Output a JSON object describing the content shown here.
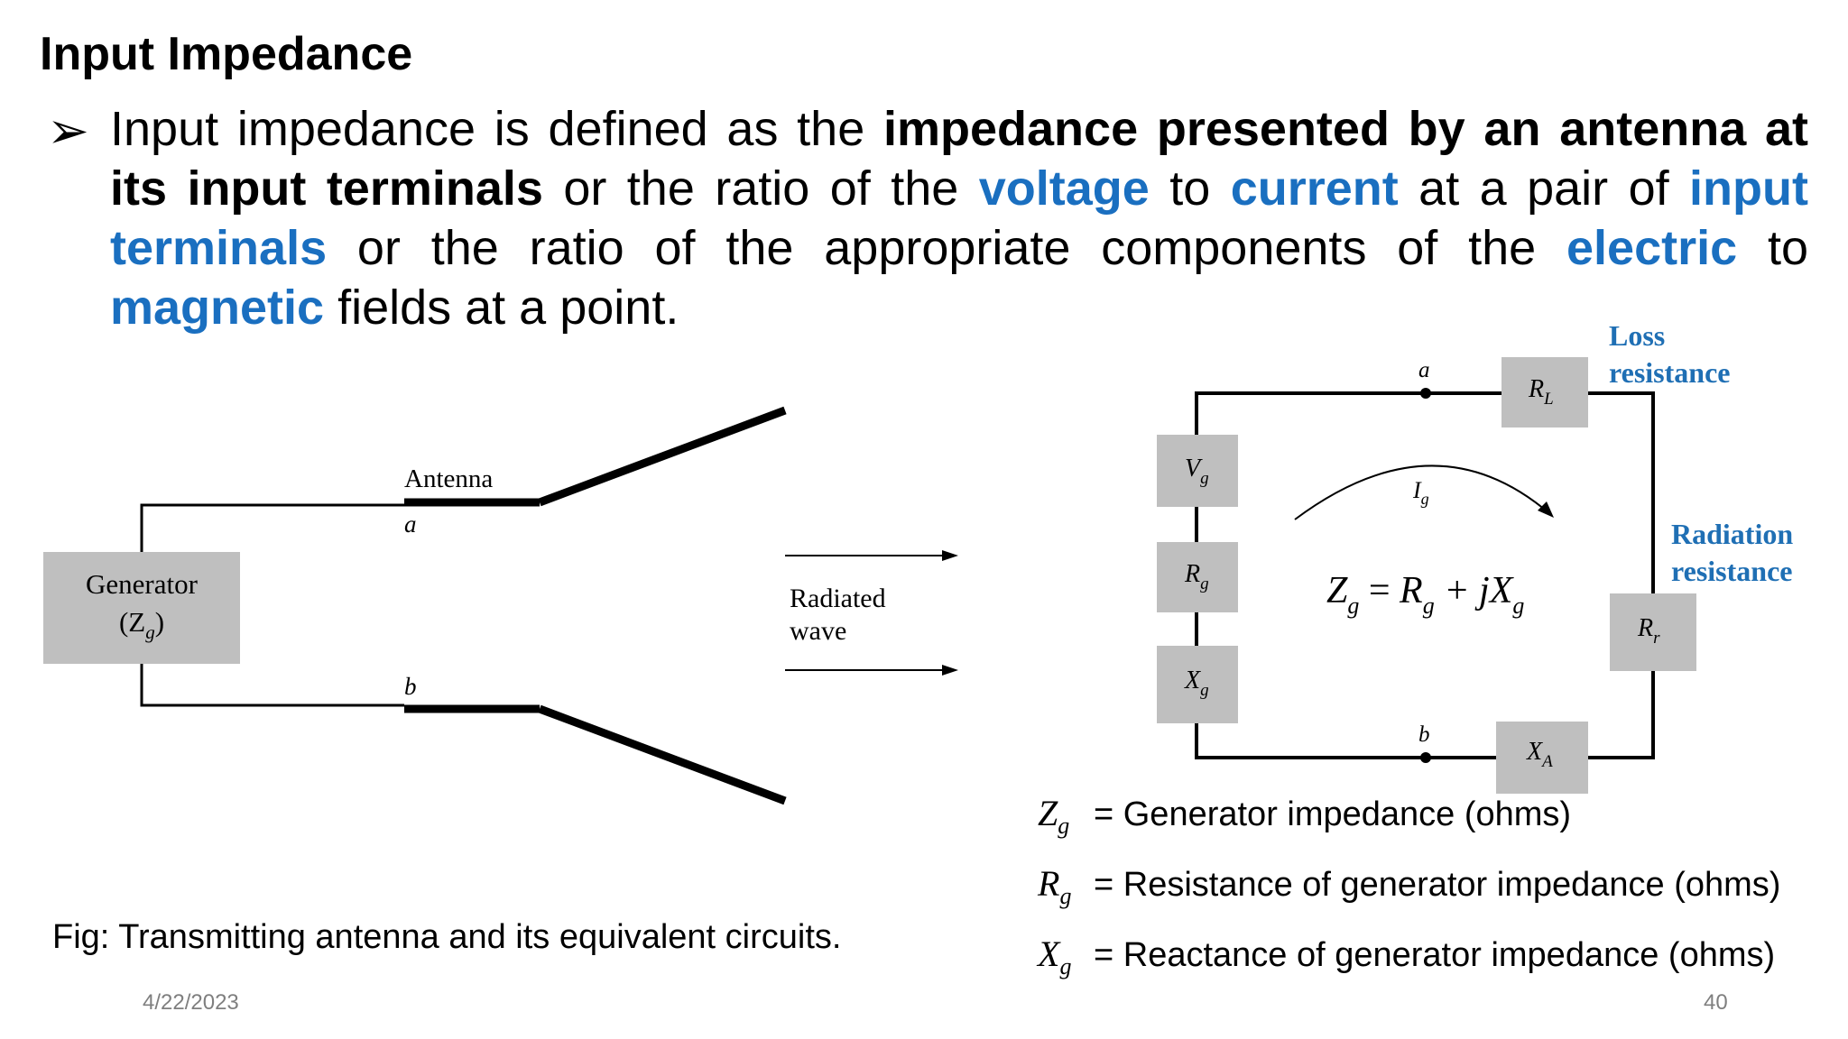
{
  "slide": {
    "title": "Input Impedance",
    "bullet_marker": "➢",
    "bullet": {
      "t1": "Input impedance is defined as the ",
      "b1": "impedance presented by an antenna at its input terminals",
      "t2": " or the ratio of the ",
      "h1": "voltage",
      "t3": " to ",
      "h2": "current",
      "t4": " at a pair of ",
      "h3": "input terminals",
      "t5": " or the ratio of the appropriate components of the ",
      "h4": "electric",
      "t6": " to ",
      "h5": "magnetic",
      "t7": " fields at a point."
    },
    "caption": "Fig: Transmitting antenna and its equivalent circuits.",
    "date": "4/22/2023",
    "page_number": "40"
  },
  "antenna_figure": {
    "generator_label": "Generator",
    "generator_impedance": "(Z",
    "generator_impedance_sub": "g",
    "generator_impedance_close": ")",
    "antenna_label": "Antenna",
    "terminal_a": "a",
    "terminal_b": "b",
    "radiated_line1": "Radiated",
    "radiated_line2": "wave"
  },
  "circuit_figure": {
    "terminal_a": "a",
    "terminal_b": "b",
    "vg": "V",
    "vg_sub": "g",
    "rg": "R",
    "rg_sub": "g",
    "xg": "X",
    "xg_sub": "g",
    "rl": "R",
    "rl_sub": "L",
    "rr": "R",
    "rr_sub": "r",
    "xa": "X",
    "xa_sub": "A",
    "ig": "I",
    "ig_sub": "g",
    "equation": {
      "z": "Z",
      "z_sub": "g",
      "eq": " = ",
      "r": "R",
      "r_sub": "g",
      "plus": " + j",
      "x": "X",
      "x_sub": "g"
    },
    "loss_line1": "Loss",
    "loss_line2": "resistance",
    "radiation_line1": "Radiation",
    "radiation_line2": "resistance",
    "colors": {
      "box_fill": "#bfbfbf",
      "annotation": "#1f6fb4",
      "highlight": "#1a6fc0"
    }
  },
  "legend": [
    {
      "sym": "Z",
      "sub": "g",
      "text": "= Generator impedance (ohms)"
    },
    {
      "sym": "R",
      "sub": "g",
      "text": "= Resistance of generator impedance (ohms)"
    },
    {
      "sym": "X",
      "sub": "g",
      "text": "= Reactance of generator impedance (ohms)"
    }
  ]
}
